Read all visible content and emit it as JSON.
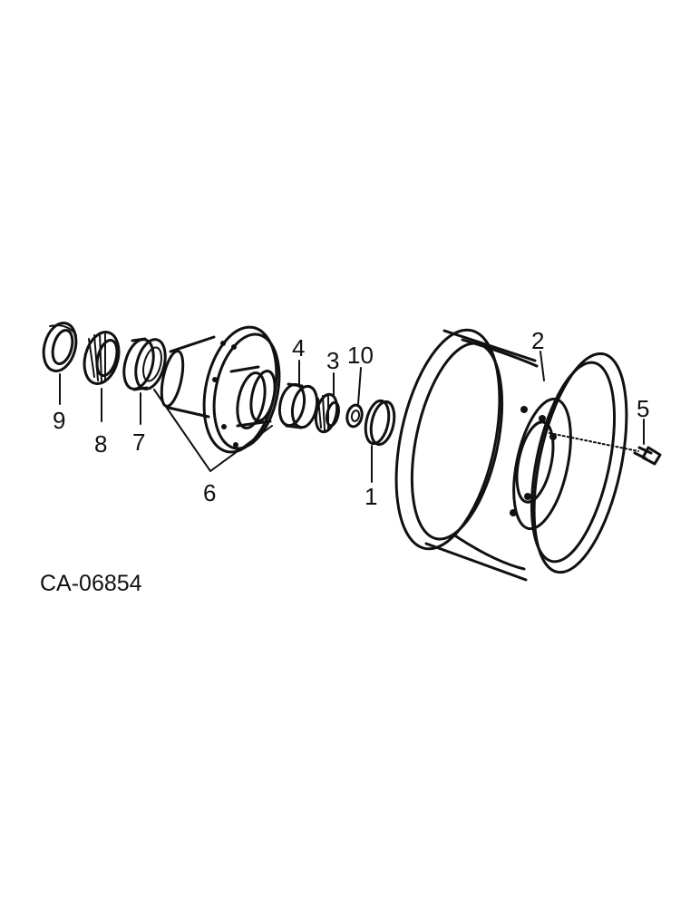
{
  "figure_code": "CA-06854",
  "callouts": [
    {
      "number": "9",
      "part": "seal"
    },
    {
      "number": "8",
      "part": "inner-bearing-cone"
    },
    {
      "number": "7",
      "part": "inner-bearing-cup"
    },
    {
      "number": "6",
      "part": "hub"
    },
    {
      "number": "4",
      "part": "outer-bearing-cup"
    },
    {
      "number": "3",
      "part": "outer-bearing-cone"
    },
    {
      "number": "10",
      "part": "washer"
    },
    {
      "number": "1",
      "part": "hub-cap"
    },
    {
      "number": "2",
      "part": "wheel-rim"
    },
    {
      "number": "5",
      "part": "wheel-bolt"
    }
  ]
}
